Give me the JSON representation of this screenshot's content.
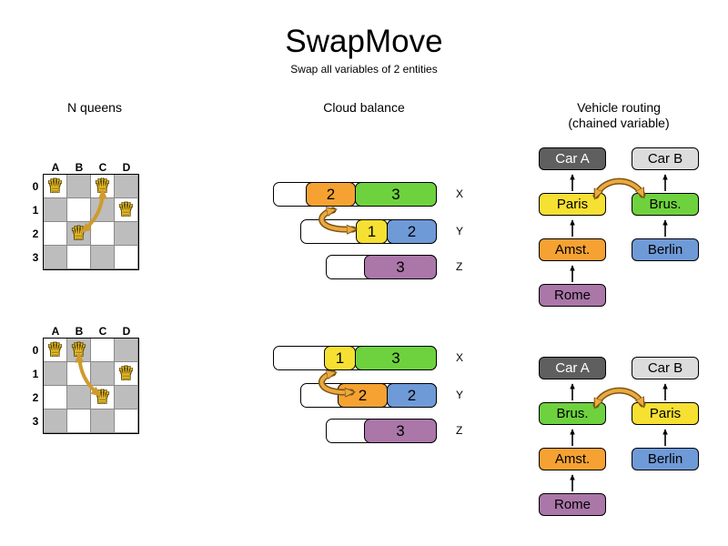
{
  "title": "SwapMove",
  "subtitle": "Swap all variables of 2 entities",
  "sections": {
    "nqueens": {
      "header": "N queens",
      "queen_glyph": "♛",
      "col_labels": [
        "A",
        "B",
        "C",
        "D"
      ],
      "row_labels": [
        "0",
        "1",
        "2",
        "3"
      ],
      "boards": [
        {
          "name": "before",
          "queens": [
            {
              "row": 0,
              "col": 0
            },
            {
              "row": 0,
              "col": 2
            },
            {
              "row": 1,
              "col": 3
            },
            {
              "row": 2,
              "col": 1
            }
          ],
          "swap": {
            "from": {
              "row": 0,
              "col": 2
            },
            "to": {
              "row": 2,
              "col": 1
            },
            "bulge": 1
          }
        },
        {
          "name": "after",
          "queens": [
            {
              "row": 0,
              "col": 0
            },
            {
              "row": 0,
              "col": 1
            },
            {
              "row": 1,
              "col": 3
            },
            {
              "row": 2,
              "col": 2
            }
          ],
          "swap": {
            "from": {
              "row": 0,
              "col": 1
            },
            "to": {
              "row": 2,
              "col": 2
            },
            "bulge": -1
          }
        }
      ]
    },
    "cloud": {
      "header": "Cloud balance",
      "states": [
        {
          "name": "before",
          "rows": [
            {
              "label": "X",
              "segments": [
                {
                  "value": "2",
                  "color": "orange",
                  "w": 55
                },
                {
                  "value": "3",
                  "color": "green",
                  "w": 90
                }
              ]
            },
            {
              "label": "Y",
              "segments": [
                {
                  "value": "1",
                  "color": "yellow",
                  "w": 35
                },
                {
                  "value": "2",
                  "color": "blue",
                  "w": 55
                }
              ]
            },
            {
              "label": "Z",
              "segments": [
                {
                  "value": "3",
                  "color": "purple",
                  "w": 80
                }
              ]
            }
          ]
        },
        {
          "name": "after",
          "rows": [
            {
              "label": "X",
              "segments": [
                {
                  "value": "1",
                  "color": "yellow",
                  "w": 35
                },
                {
                  "value": "3",
                  "color": "green",
                  "w": 90
                }
              ]
            },
            {
              "label": "Y",
              "segments": [
                {
                  "value": "2",
                  "color": "orange",
                  "w": 55
                },
                {
                  "value": "2",
                  "color": "blue",
                  "w": 55
                }
              ]
            },
            {
              "label": "Z",
              "segments": [
                {
                  "value": "3",
                  "color": "purple",
                  "w": 80
                }
              ]
            }
          ]
        }
      ]
    },
    "vehicle": {
      "header": "Vehicle routing",
      "subheader": "(chained variable)",
      "states": [
        {
          "name": "before",
          "chains": [
            {
              "anchor": {
                "label": "Car A",
                "color": "darkgray"
              },
              "stops": [
                {
                  "label": "Paris",
                  "color": "yellow"
                },
                {
                  "label": "Amst.",
                  "color": "orange"
                },
                {
                  "label": "Rome",
                  "color": "purple"
                }
              ]
            },
            {
              "anchor": {
                "label": "Car B",
                "color": "lightgray"
              },
              "stops": [
                {
                  "label": "Brus.",
                  "color": "green"
                },
                {
                  "label": "Berlin",
                  "color": "blue"
                }
              ]
            }
          ]
        },
        {
          "name": "after",
          "chains": [
            {
              "anchor": {
                "label": "Car A",
                "color": "darkgray"
              },
              "stops": [
                {
                  "label": "Brus.",
                  "color": "green"
                },
                {
                  "label": "Amst.",
                  "color": "orange"
                },
                {
                  "label": "Rome",
                  "color": "purple"
                }
              ]
            },
            {
              "anchor": {
                "label": "Car B",
                "color": "lightgray"
              },
              "stops": [
                {
                  "label": "Paris",
                  "color": "yellow"
                },
                {
                  "label": "Berlin",
                  "color": "blue"
                }
              ]
            }
          ]
        }
      ]
    }
  },
  "colors": {
    "orange": "#f5a233",
    "green": "#6ed23e",
    "yellow": "#f6e032",
    "blue": "#6f9ad8",
    "purple": "#aa77a8",
    "dark_gray": "#5f5f5f",
    "light_gray": "#dcdcdc",
    "board_gray": "#bdbdbd",
    "queen_gold": "#f0c22e",
    "swap_arrow_orange": "#eba93f",
    "swap_arrow_gold": "#cf9b2e"
  }
}
